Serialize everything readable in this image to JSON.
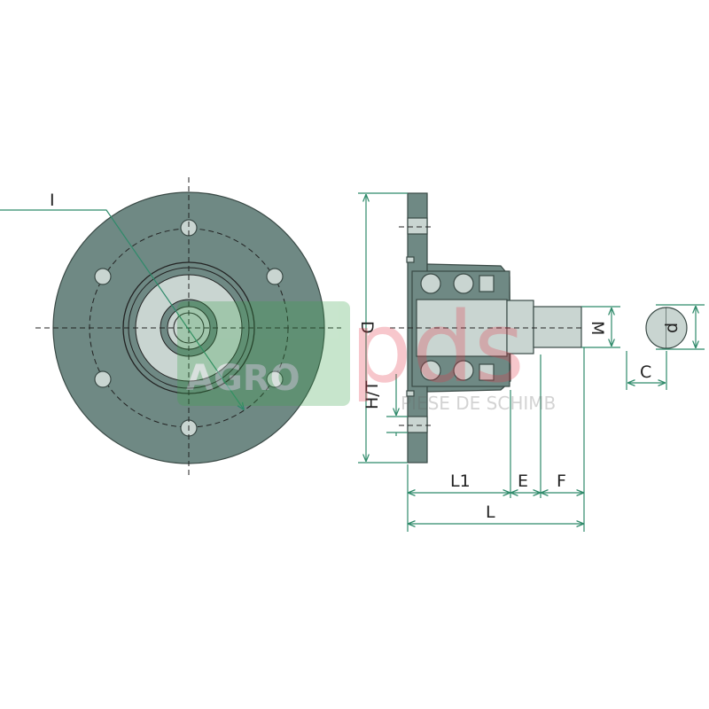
{
  "labels": {
    "I": "I",
    "D": "D",
    "M": "M",
    "d": "d",
    "C": "C",
    "HT": "H/T",
    "L1": "L1",
    "E": "E",
    "F": "F",
    "L": "L"
  },
  "watermark": {
    "brand_left": "AGRO",
    "brand_right": "pds",
    "tagline": "PIESE DE SCHIMB"
  },
  "colors": {
    "body_dark": "#6f8984",
    "body_light": "#c9d5d1",
    "dimension": "#2f8a6a"
  }
}
